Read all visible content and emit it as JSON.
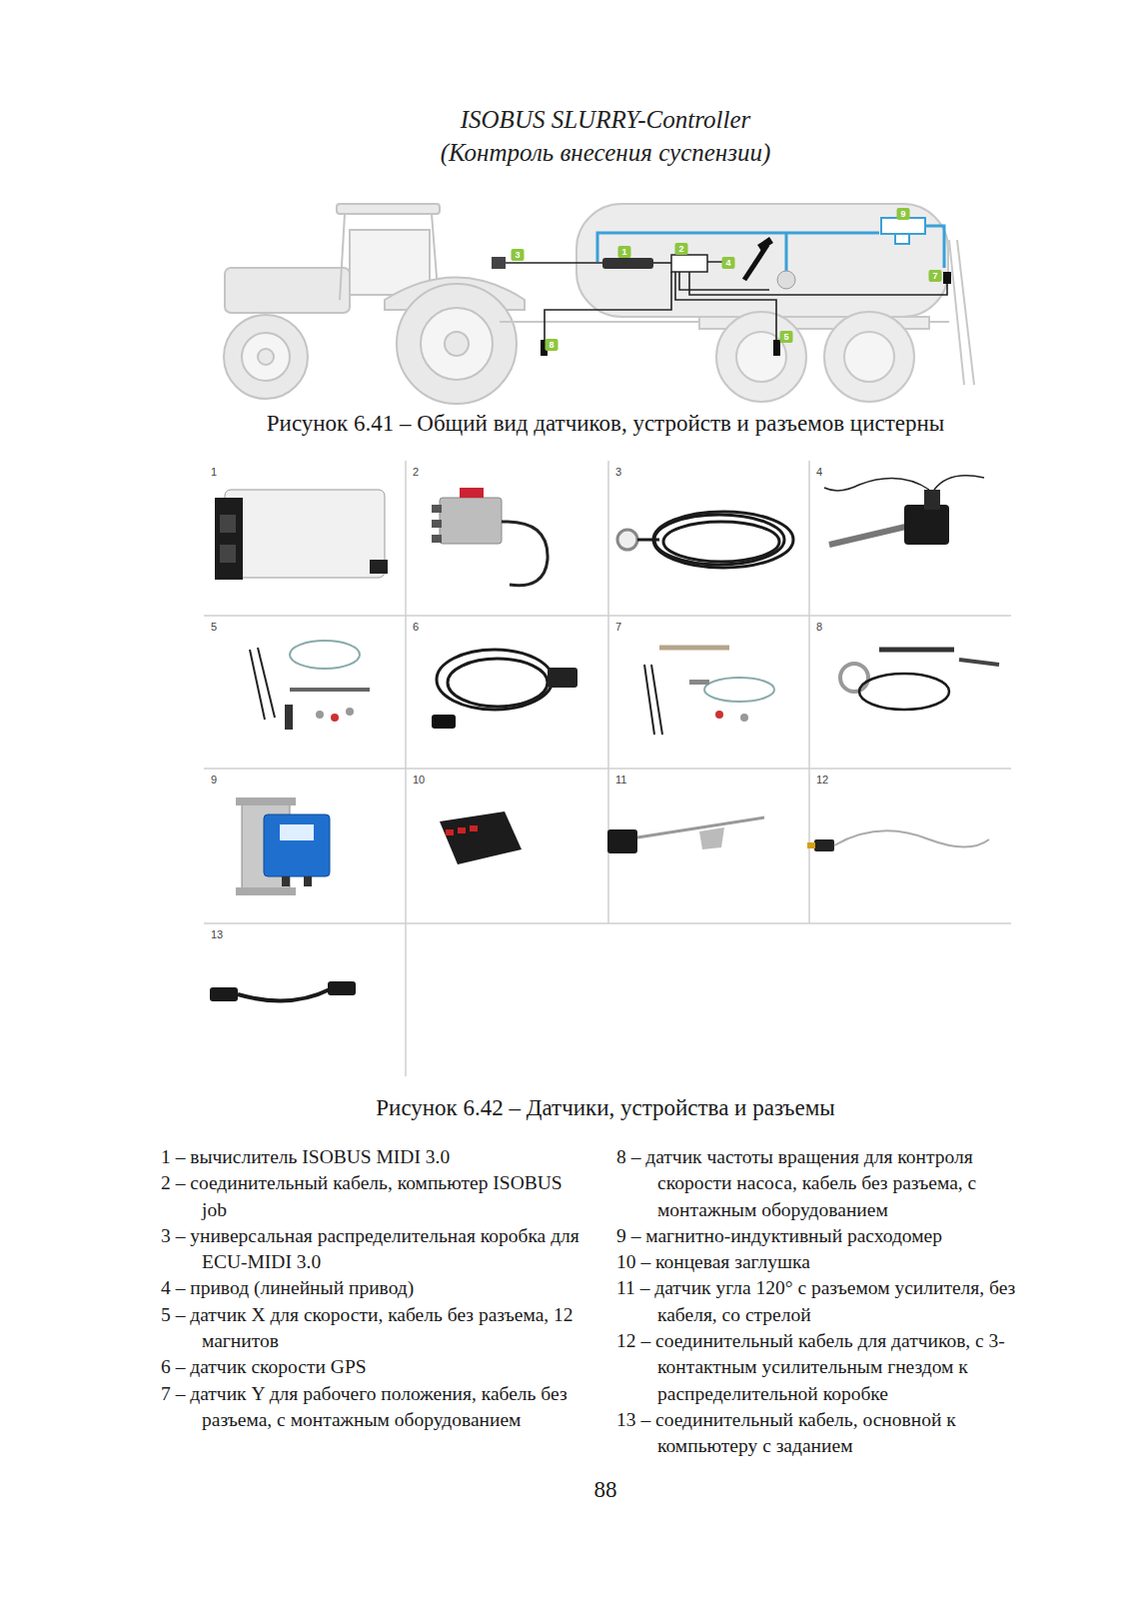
{
  "diagram": {
    "title": "ISOBUS SLURRY-Controller",
    "labels": [
      "(Контроль внесения суспензии)",
      "9",
      "3",
      "1",
      "2",
      "4",
      "7",
      "5",
      "8",
      "Рисунок 6.41 – Общий вид датчиков, устройств и разъемов цистерны",
      "1",
      "2",
      "3",
      "4",
      "5",
      "6",
      "7",
      "8",
      "9",
      "10",
      "11",
      "12",
      "13",
      "Рисунок 6.42 – Датчики, устройства и разъемы",
      "1 – вычислитель ISOBUS MIDI 3.0",
      "2 – соединительный кабель, компьютер ISOBUS job",
      "3 – универсальная распределительная коробка для ECU-MIDI 3.0",
      "4 – привод (линейный привод)",
      "5 – датчик X для скорости, кабель без разъема, 12 магнитов",
      "6 – датчик скорости GPS",
      "7 – датчик Y для рабочего положения, кабель без разъема, с монтажным оборудованием",
      "8 – датчик частоты вращения для контроля скорости насоса, кабель без разъема, с монтажным оборудованием",
      "9 – магнитно-индуктивный расходомер",
      "10 – концевая заглушка",
      "11 – датчик угла 120° с разъемом усилителя, без кабеля, со стрелой",
      "12 – соединительный кабель для датчиков, с 3-контактным усилительным гнездом к распределительной коробке",
      "13 – соединительный кабель, основной к компьютеру с заданием",
      "88"
    ]
  }
}
